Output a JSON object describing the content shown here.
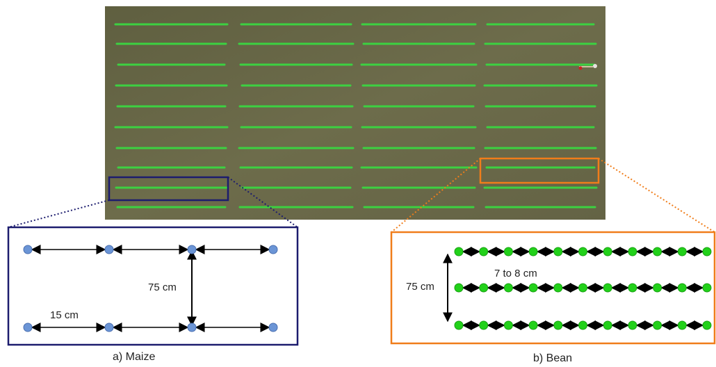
{
  "maize": {
    "caption": "a) Maize",
    "row_spacing": "75 cm",
    "plant_spacing": "15 cm",
    "color": "#1c1c6e"
  },
  "bean": {
    "caption": "b) Bean",
    "row_spacing": "75 cm",
    "plant_spacing": "7 to 8 cm",
    "color": "#f07d1a"
  },
  "colors": {
    "field": "#6a6b47",
    "crop_rows": "#3cd141",
    "maize_dot": "#6b95d6",
    "bean_dot": "#22d11a"
  }
}
